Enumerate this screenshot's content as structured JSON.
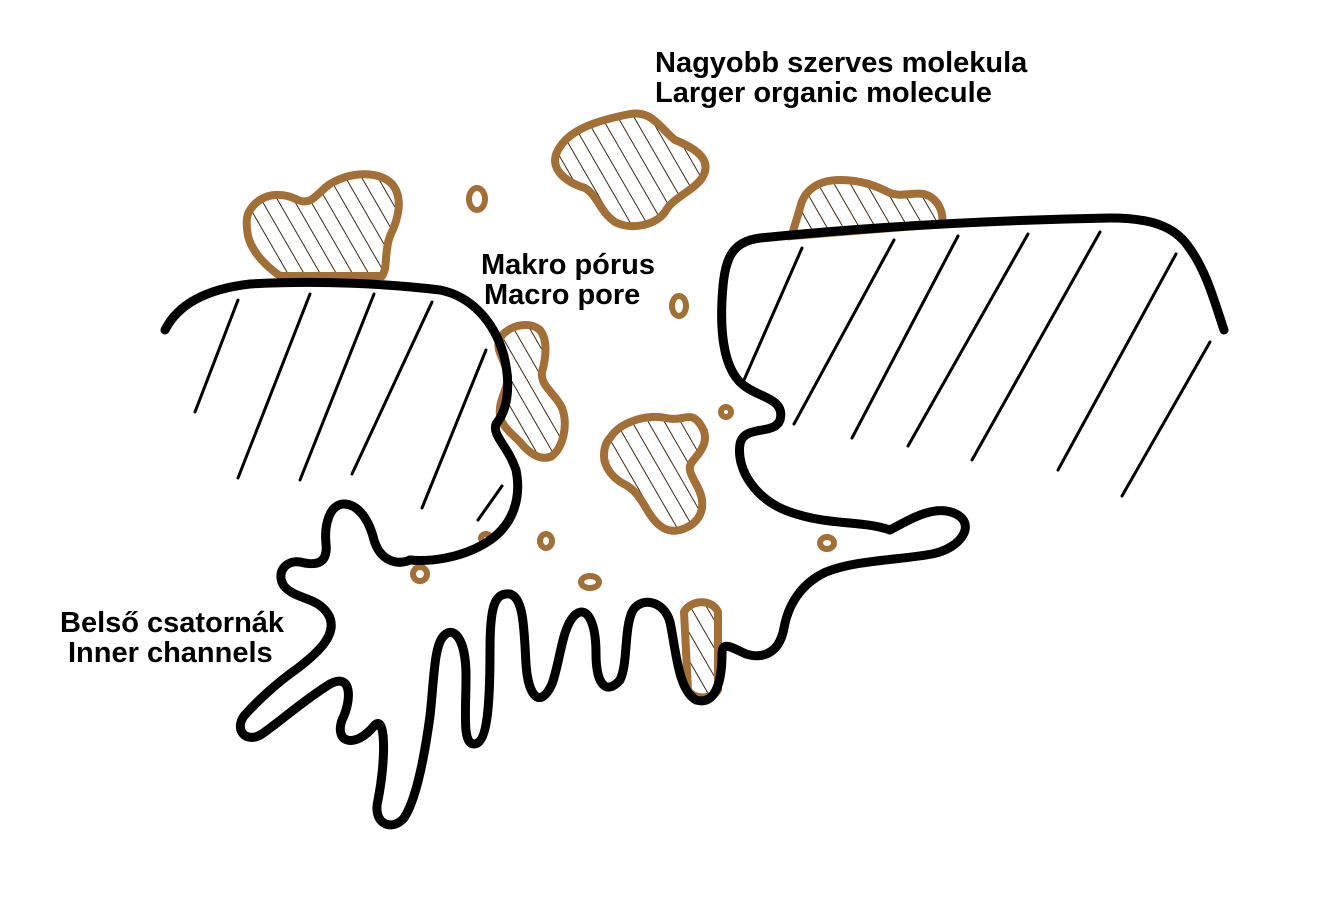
{
  "colors": {
    "outline": "#000000",
    "organic_fill": "#a26f37",
    "organic_hatch": "#3a2a1a",
    "background": "#ffffff"
  },
  "labels": {
    "molecule_hu": "Nagyobb szerves molekula",
    "molecule_en": "Larger organic molecule",
    "macro_hu": "Makro pórus",
    "macro_en": "Macro pore",
    "channels_hu": "Belső csatornák",
    "channels_en": "Inner channels"
  }
}
